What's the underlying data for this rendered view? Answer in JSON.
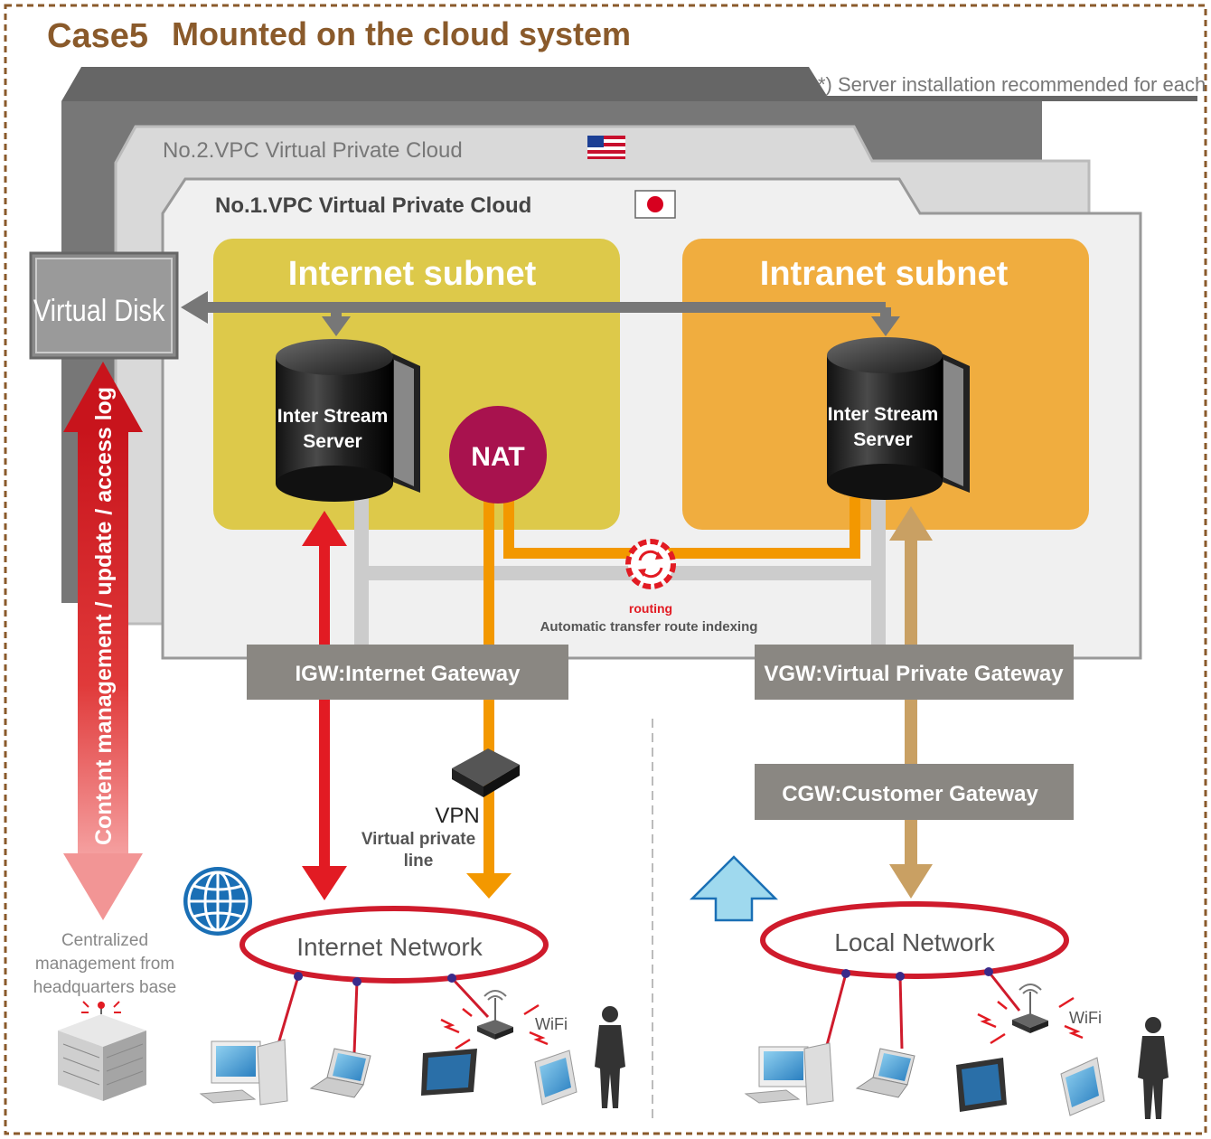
{
  "header": {
    "case_label": "Case5",
    "title": "Mounted on the cloud system",
    "note": "*) Server installation recommended for each region"
  },
  "vpc": {
    "vpc2_label": "No.2.VPC Virtual Private Cloud",
    "vpc1_label": "No.1.VPC Virtual Private Cloud"
  },
  "virtual_disk": "Virtual Disk",
  "subnets": {
    "internet": "Internet subnet",
    "intranet": "Intranet subnet"
  },
  "servers": {
    "line1": "Inter Stream",
    "line2": "Server"
  },
  "nat": "NAT",
  "routing": {
    "label": "routing",
    "description": "Automatic transfer route indexing"
  },
  "gateways": {
    "igw": "IGW:Internet Gateway",
    "vgw": "VGW:Virtual Private Gateway",
    "cgw": "CGW:Customer Gateway"
  },
  "vpn": {
    "label": "VPN",
    "line1": "Virtual private",
    "line2": "line"
  },
  "side_arrow": "Content management / update / access log",
  "hq": {
    "line1": "Centralized",
    "line2": "management from",
    "line3": "headquarters base"
  },
  "networks": {
    "internet": "Internet Network",
    "local": "Local Network"
  },
  "wifi": "WiFi",
  "colors": {
    "brown": "#8a5a2b",
    "internet_subnet": "#ddc94a",
    "intranet_subnet": "#f0ad3f",
    "nat": "#a8124e",
    "red_arrow": "#e21b23",
    "orange_line": "#f39800",
    "tan_arrow": "#c9a063",
    "gateway": "#8a8782",
    "network_ring": "#cf1b2c",
    "globe": "#1a6fb5",
    "up_arrow": "#9fd9ee"
  },
  "icons": [
    "us-flag-icon",
    "japan-flag-icon",
    "database-server-icon",
    "routing-gear-icon",
    "globe-icon",
    "vpn-router-icon",
    "wifi-router-icon",
    "desktop-computer-icon",
    "laptop-icon",
    "tablet-icon",
    "person-silhouette-icon",
    "office-building-icon",
    "up-arrow-icon"
  ]
}
